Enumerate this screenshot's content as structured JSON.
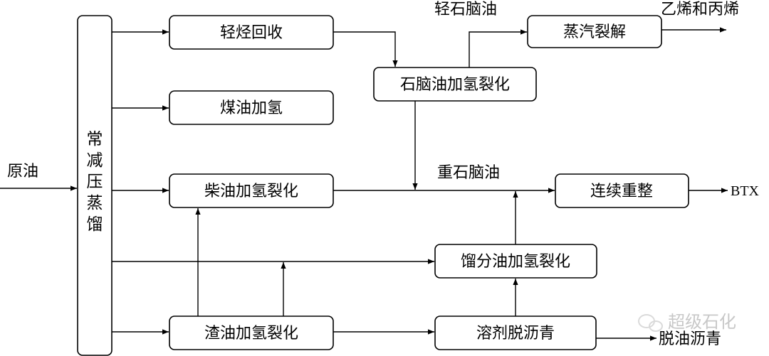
{
  "input": "原油",
  "distillation_chars": [
    "常",
    "减",
    "压",
    "蒸",
    "馏"
  ],
  "boxes": {
    "light_hydrocarbon_recovery": "轻烃回收",
    "kerosene_hydrogenation": "煤油加氢",
    "diesel_hydrocracking": "柴油加氢裂化",
    "residue_hydrocracking": "渣油加氢裂化",
    "naphtha_hydrocracking": "石脑油加氢裂化",
    "steam_cracking": "蒸汽裂解",
    "continuous_reforming": "连续重整",
    "distillate_hydrocracking": "馏分油加氢裂化",
    "solvent_deasphalting": "溶剂脱沥青"
  },
  "labels": {
    "light_naphtha": "轻石脑油",
    "heavy_naphtha": "重石脑油",
    "ethylene_propylene": "乙烯和丙烯",
    "btx": "BTX",
    "deoiled_asphalt": "脱油沥青"
  },
  "watermark": "超级石化"
}
